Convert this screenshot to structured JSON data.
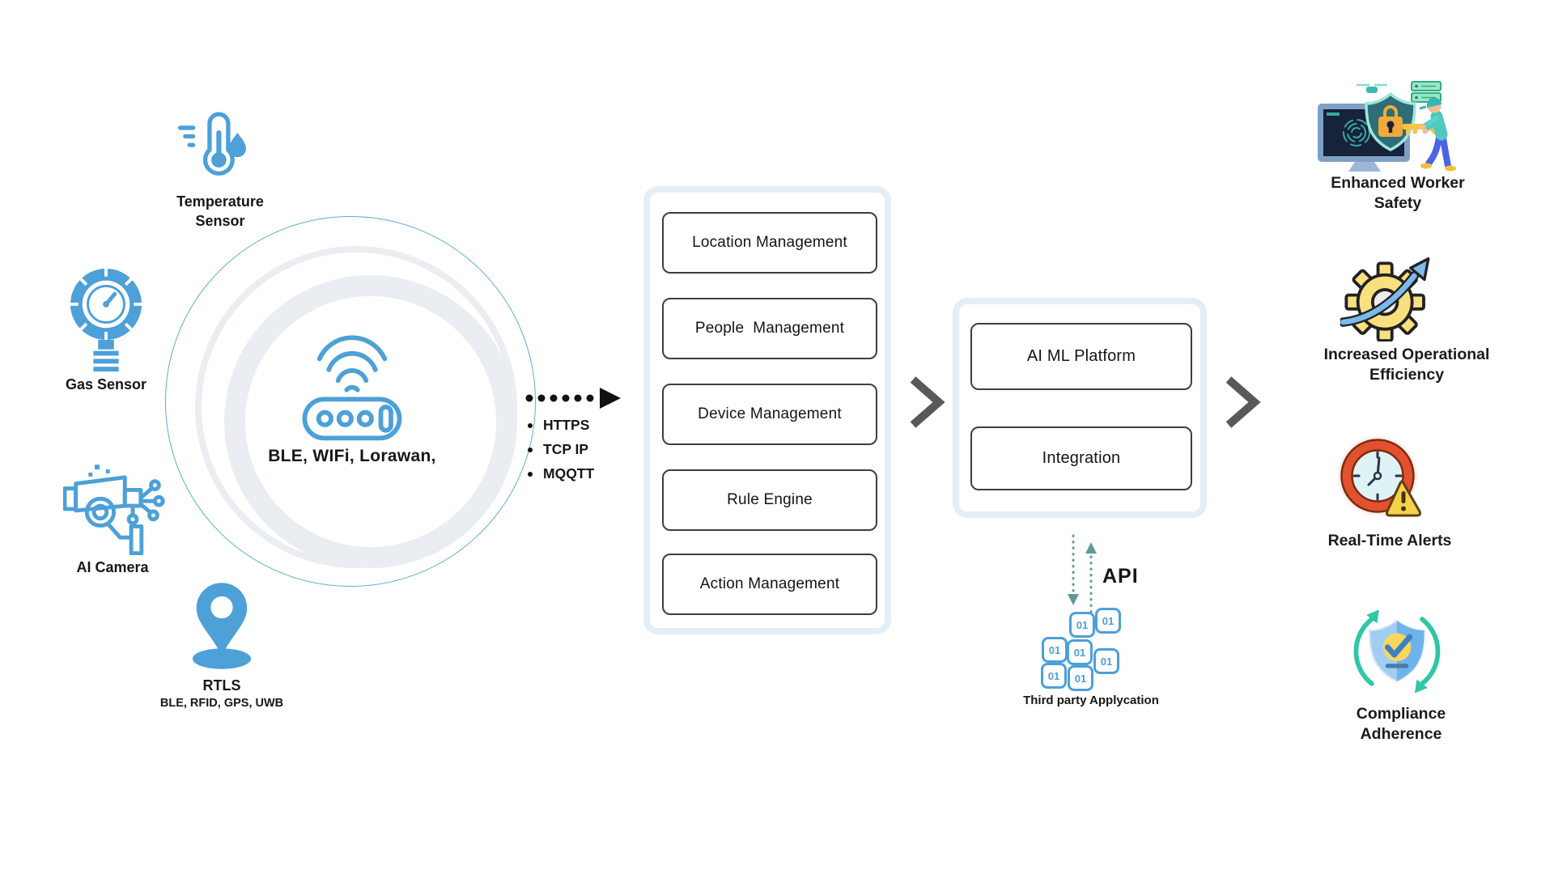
{
  "sensors": {
    "temperature": {
      "label": "Temperature Sensor"
    },
    "gas": {
      "label": "Gas Sensor"
    },
    "camera": {
      "label": "AI Camera"
    },
    "rtls": {
      "label": "RTLS",
      "sublabel": "BLE, RFID, GPS, UWB"
    }
  },
  "gateway": {
    "label": "BLE, WIFi, Lorawan,"
  },
  "protocols": [
    "HTTPS",
    "TCP IP",
    "MQQTT"
  ],
  "platform": {
    "modules": [
      "Location Management",
      "People  Management",
      "Device Management",
      "Rule Engine",
      "Action Management"
    ]
  },
  "ai_panel": {
    "modules": [
      "AI ML Platform",
      "Integration"
    ]
  },
  "api": {
    "label": "API",
    "binary_digit": "01",
    "third_party_label": "Third party Applycation"
  },
  "benefits": [
    {
      "label": "Enhanced Worker Safety"
    },
    {
      "label": "Increased Operational Efficiency"
    },
    {
      "label": "Real-Time Alerts"
    },
    {
      "label": "Compliance Adherence"
    }
  ],
  "colors": {
    "icon_blue": "#4da0d8",
    "panel_border": "#e4eef7",
    "module_border": "#3e3e3e",
    "chevron_gray": "#58595b",
    "api_teal": "#5f9a93",
    "text_dark": "#161616"
  }
}
